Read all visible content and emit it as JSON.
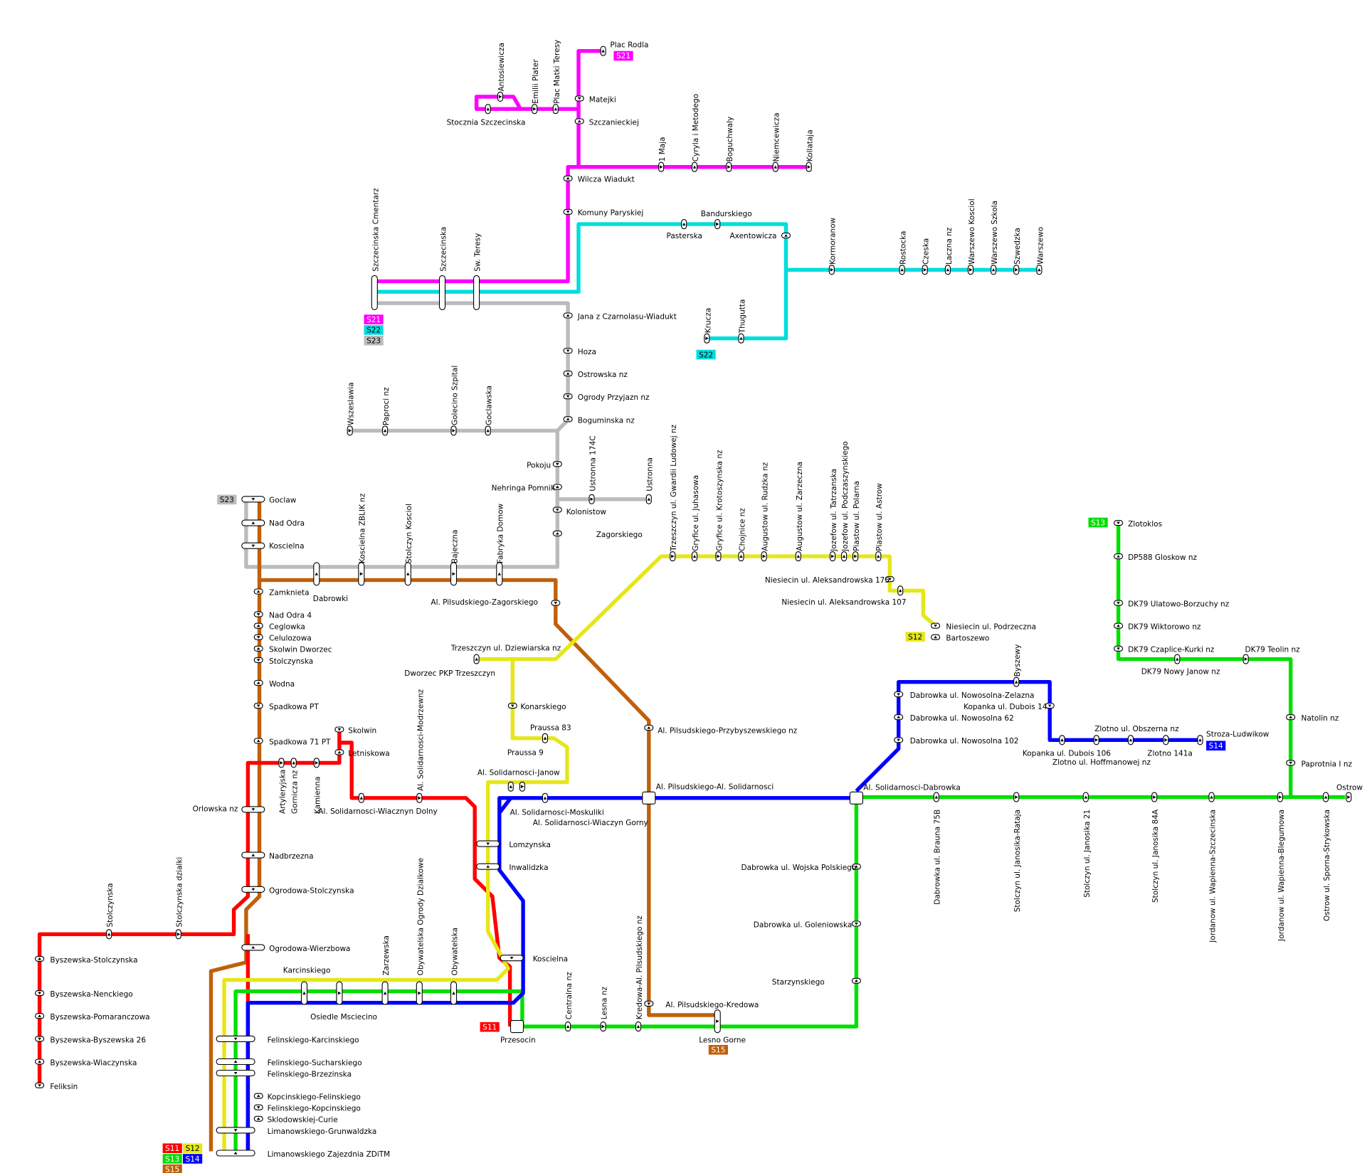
{
  "colors": {
    "S11": "#ff0000",
    "S12": "#e6e61a",
    "S13": "#00e000",
    "S14": "#0000ff",
    "S15": "#c0600a",
    "S21": "#ff00ff",
    "S22": "#00dddd",
    "S23": "#bbbbbb"
  },
  "badges": {
    "terminal_szczecinska": [
      "S21",
      "S22",
      "S23"
    ],
    "krucza": "S22",
    "plac_rodla": "S21",
    "goclaw": "S23",
    "bartoszewo": "S12",
    "zlotoklos": "S13",
    "stroza": "S14",
    "przesocin": "S11",
    "lesno_gorne": "S15",
    "limanowskiego": [
      "S11",
      "S12",
      "S13",
      "S14",
      "S15"
    ]
  },
  "stops": {
    "plac_rodla": "Plac Rodla",
    "antosiewicza": "Antosiewicza",
    "emilii_plater": "Emilii Plater",
    "plac_matki_teresy": "Plac Matki Teresy",
    "matejki": "Matejki",
    "stocznia_szczecinska": "Stocznia Szczecinska",
    "szczanieckiej": "Szczanieckiej",
    "jeden_maja": "1 Maja",
    "cyryla": "Cyryla i Metodego",
    "boguchwaly": "Boguchwaly",
    "niemcewicza": "Niemcewicza",
    "kollataja": "Kollataja",
    "wilcza_wiadukt": "Wilcza Wiadukt",
    "komuny_paryskiej": "Komuny Paryskiej",
    "bandurskiego": "Bandurskiego",
    "pasterska": "Pasterska",
    "axentowicza": "Axentowicza",
    "kormoranow": "Kormoranow",
    "rostocka": "Rostocka",
    "czeska": "Czeska",
    "laczna_nz": "Laczna nz",
    "warszewo_kosciol": "Warszewo Kosciol",
    "warszewo_szkola": "Warszewo Szkola",
    "szwedzka": "Szwedzka",
    "warszewo": "Warszewo",
    "szczecinska_cmentarz": "Szczecinska Cmentarz",
    "szczecinska": "Szczecinska",
    "sw_teresy": "Sw. Teresy",
    "krucza": "Krucza",
    "thugutta": "Thugutta",
    "jana_z_czarnolasu": "Jana z Czarnolasu-Wiadukt",
    "hoza": "Hoza",
    "ostrowska_nz": "Ostrowska nz",
    "ogrody_przyjazn": "Ogrody Przyjazn nz",
    "boguminska": "Boguminska nz",
    "wszeslawia": "Wszeslawia",
    "paproci": "Paproci nz",
    "golecino": "Golecino Szpital",
    "goclawska": "Goclawska",
    "pokoju": "Pokoju",
    "nehringa": "Nehringa Pomnik",
    "ustronna_174c": "Ustronna 174C",
    "ustronna": "Ustronna",
    "kolonistow": "Kolonistow",
    "zagorskiego": "Zagorskiego",
    "goclaw": "Goclaw",
    "nad_odra": "Nad Odra",
    "koscielna_n": "Koscielna",
    "koscielna_zblik": "Koscielna ZBLIK nz",
    "stolczyn_kosciol": "Stolczyn Kosciol",
    "bajeczna": "Bajeczna",
    "fabryka_domow": "Fabryka Domow",
    "zamknieta": "Zamknieta",
    "dabrowki": "Dabrowki",
    "al_pils_zagorskiego": "Al. Pilsudskiego-Zagorskiego",
    "nad_odra_4": "Nad Odra 4",
    "ceglowka": "Ceglowka",
    "celulozowa": "Celulozowa",
    "skolwin_dworzec": "Skolwin Dworzec",
    "stolczynska_w": "Stolczynska",
    "wodna": "Wodna",
    "spadkowa_pt": "Spadkowa PT",
    "spadkowa_71": "Spadkowa 71 PT",
    "skolwin": "Skolwin",
    "letniskowa": "Letniskowa",
    "artyleryjska": "Artyleryjska",
    "gornicza": "Gornicza nz",
    "kamienna": "Kamienna",
    "orlowska": "Orlowska nz",
    "nadbrzezna": "Nadbrzezna",
    "ogrodowa_stolczynska": "Ogrodowa-Stolczynska",
    "stolczynska_s": "Stolczynska",
    "stolczynska_dzialki": "Stolczynska dzialki",
    "ogrodowa_wierzbowa": "Ogrodowa-Wierzbowa",
    "byszewska_stolczynska": "Byszewska-Stolczynska",
    "byszewska_nenckiego": "Byszewska-Nenckiego",
    "byszewska_pomaranczowa": "Byszewska-Pomaranczowa",
    "byszewska_26": "Byszewska-Byszewska 26",
    "byszewska_wiaczynska": "Byszewska-Wiaczynska",
    "feliksin": "Feliksin",
    "trzeszczyn_gwardii": "Trzeszczyn ul. Gwardii Ludowej nz",
    "gryfice_juhasowa": "Gryfice ul. Juhasowa",
    "gryfice_krotoszynska": "Gryfice ul. Krotoszynska nz",
    "chojnice": "Chojnice nz",
    "augustow_rudzka": "Augustow ul. Rudzka nz",
    "augustow_zarzeczna": "Augustow ul. Zarzeczna",
    "jozefow_tatrzanska": "Jozefow ul. Tatrzanska",
    "jozefow_podczaszynskiego": "Jozefow ul. Podczaszynskiego",
    "piastow_polarna": "Piastow ul. Polarna",
    "piastow_astrow": "Piastow ul. Astrow",
    "niesiecin_175": "Niesiecin ul. Aleksandrowska 175",
    "niesiecin_107": "Niesiecin ul. Aleksandrowska 107",
    "niesiecin_podrzeczna": "Niesiecin ul. Podrzeczna",
    "bartoszewo": "Bartoszewo",
    "trzeszczyn_dziewiarska": "Trzeszczyn ul. Dziewiarska nz",
    "dworzec_pkp": "Dworzec PKP Trzeszczyn",
    "konarskiego": "Konarskiego",
    "praussa_83": "Praussa 83",
    "praussa_9": "Praussa 9",
    "al_pils_przybyszewskiego": "Al. Pilsudskiego-Przybyszewskiego nz",
    "al_pils_solidarnosci": "Al. Pilsudskiego-Al. Solidarnosci",
    "al_sol_janow": "Al. Solidarnosci-Janow",
    "al_sol_modrzewnz": "Al. Solidarnosci-Modrzewnz",
    "al_sol_wiacznyn": "Al. Solidarnosci-Wiacznyn Dolny",
    "al_sol_moskuliki": "Al. Solidarnosci-Moskuliki",
    "al_sol_wiaczyn_gorny": "Al. Solidarnosci-Wiaczyn Gorny",
    "lomzynska": "Lomzynska",
    "inwalidzka": "Inwalidzka",
    "koscielna_s": "Koscielna",
    "zlotoklos": "Zlotoklos",
    "dp588": "DP588 Gloskow nz",
    "dk79_ulatowo": "DK79 Ulatowo-Borzuchy nz",
    "dk79_wiktorowo": "DK79 Wiktorowo nz",
    "dk79_czaplice": "DK79 Czaplice-Kurki nz",
    "dk79_teolin": "DK79 Teolin nz",
    "dk79_nowy_janow": "DK79 Nowy Janow nz",
    "natolin": "Natolin nz",
    "paprotnia": "Paprotnia I nz",
    "ostrow": "Ostrow",
    "byszewy": "Byszewy",
    "dabrowka_zelazna": "Dabrowka ul. Nowosolna-Zelazna",
    "kopanka_14": "Kopanka ul. Dubois 14",
    "dabrowka_62": "Dabrowka ul. Nowosolna 62",
    "dabrowka_102": "Dabrowka ul. Nowosolna 102",
    "zlotno_obszerna": "Zlotno ul. Obszerna nz",
    "stroza": "Stroza-Ludwikow",
    "kopanka_106": "Kopanka ul. Dubois 106",
    "zlotno_hoffmanowej": "Zlotno ul. Hoffmanowej nz",
    "zlotno_141a": "Zlotno 141a",
    "al_sol_dabrowka": "Al. Solidarnosci-Dabrowka",
    "dabrowka_brauna": "Dabrowka ul. Brauna 75B",
    "stolczyn_janosika_rataja": "Stolczyn ul. Janosika-Rataja",
    "stolczyn_janosika_21": "Stolczyn ul. Janosika 21",
    "stolczyn_janosika_84a": "Stolczyn ul. Janosika 84A",
    "jordanow_szczecinska": "Jordanow ul. Wapienna-Szczecinska",
    "jordanow_blegumowa": "Jordanow ul. Wapienna-Blegumowa",
    "ostrow_sporna": "Ostrow ul. Sporna-Strykowska",
    "dabrowka_wojska": "Dabrowka ul. Wojska Polskiego",
    "dabrowka_goleniowska": "Dabrowka ul. Goleniowska",
    "starzynskiego": "Starzynskiego",
    "al_pils_kredowa": "Al. Pilsudskiego-Kredowa",
    "lesno_gorne": "Lesno Gorne",
    "kredowa_pilsudskiego": "Kredowa-Al. Pilsudskiego nz",
    "lesna_nz": "Lesna nz",
    "centralna_nz": "Centralna nz",
    "przesocin": "Przesocin",
    "karcinskiego": "Karcinskiego",
    "zarzewska": "Zarzewska",
    "obywatelska_ogrody": "Obywatelska Ogrody Dzialkowe",
    "obywatelska": "Obywatelska",
    "osiedle_msciecino": "Osiedle Msciecino",
    "felinskiego_karcinskiego": "Felinskiego-Karcinskiego",
    "felinskiego_sucharskiego": "Felinskiego-Sucharskiego",
    "felinskiego_brzezinska": "Felinskiego-Brzezinska",
    "kopcinskiego_felinskiego": "Kopcinskiego-Felinskiego",
    "felinskiego_kopcinskiego": "Felinskiego-Kopcinskiego",
    "sklodowskiej_curie": "Sklodowskiej-Curie",
    "limanowskiego_grunwaldzka": "Limanowskiego-Grunwaldzka",
    "limanowskiego_zajezdnia": "Limanowskiego Zajezdnia ZDiTM"
  }
}
